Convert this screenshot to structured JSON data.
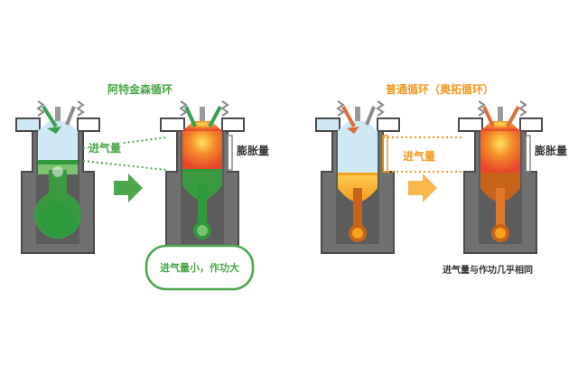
{
  "atkinson": {
    "title": "阿特金森循环",
    "intake_label": "进气量",
    "expansion_label": "膨胀量",
    "note": "进气量小，作功大",
    "accent": "#4aa84a"
  },
  "otto": {
    "title": "普通循环（奥拓循环）",
    "intake_label": "进气量",
    "expansion_label": "膨胀量",
    "note": "进气量与作功几乎相同",
    "accent": "#f39a1e"
  },
  "colors": {
    "engine_block": "#707070",
    "cylinder_wall": "#4a4a4a",
    "intake_air": "#cfe8f5",
    "green_piston": "#2f9a3c",
    "green_piston_light": "#7cc36f",
    "orange_piston": "#f5a21c",
    "orange_rod": "#c8641a",
    "combustion": "#f06a2a",
    "valve_green": "#36a050",
    "valve_orange": "#d9703a",
    "spring": "#8a8a8a"
  },
  "icons": [
    "arrow-right-icon",
    "valve-spring-icon",
    "spark-plug-icon"
  ]
}
